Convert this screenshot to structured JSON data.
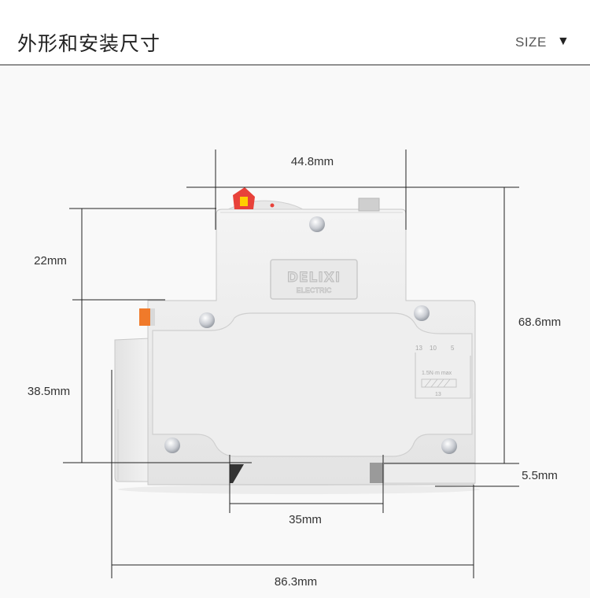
{
  "header": {
    "title": "外形和安装尺寸",
    "size_label": "SIZE",
    "menu_arrow": "▼",
    "arrow_icon": "triangle-down-icon"
  },
  "product": {
    "brand": "DELIXI",
    "brand_sub": "ELECTRIC",
    "terminal_numbers": [
      "13",
      "10",
      "5"
    ],
    "wire_spec": "1.5N·m max",
    "strip_length": "13"
  },
  "dimensions": {
    "top_width": "44.8mm",
    "upper_height": "22mm",
    "lower_height": "38.5mm",
    "total_height": "68.6mm",
    "rail_depth": "5.5mm",
    "rail_width": "35mm",
    "total_width": "86.3mm"
  },
  "colors": {
    "body": "#ececec",
    "accent_red": "#e8423a",
    "accent_orange": "#f07a2a",
    "lines": "#222222"
  }
}
